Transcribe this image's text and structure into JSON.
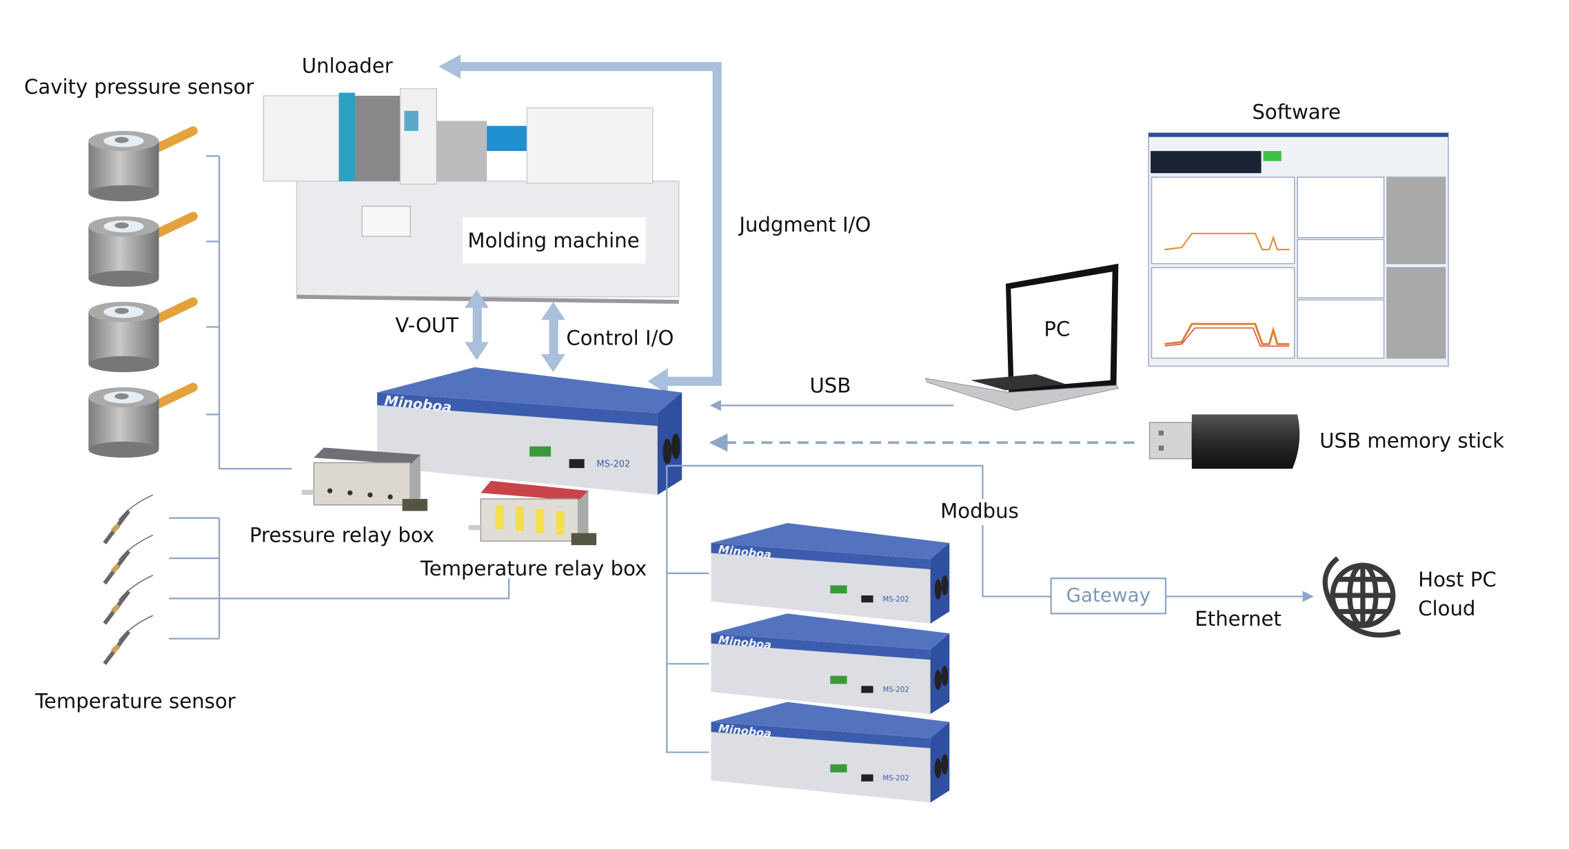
{
  "labels": {
    "cavity_pressure_sensor": "Cavity pressure sensor",
    "unloader": "Unloader",
    "molding_machine": "Molding machine",
    "judgment_io": "Judgment I/O",
    "v_out": "V-OUT",
    "control_io": "Control I/O",
    "pressure_relay_box": "Pressure relay box",
    "temperature_relay_box": "Temperature relay box",
    "temperature_sensor": "Temperature sensor",
    "usb": "USB",
    "pc": "PC",
    "software": "Software",
    "usb_memory_stick": "USB memory stick",
    "modbus": "Modbus",
    "gateway": "Gateway",
    "ethernet": "Ethernet",
    "host_pc": "Host PC",
    "cloud": "Cloud"
  },
  "device": {
    "brand": "Minoboa",
    "model": "MS-202"
  },
  "colors": {
    "connector_line": "#8ea6c8",
    "io_arrow": "#a9bfdb",
    "device_blue": "#3c5cae",
    "gateway_text": "#7f95b8"
  },
  "icons": [
    "cavity-pressure-sensor-image",
    "temperature-sensor-image",
    "molding-machine-image",
    "laptop-icon",
    "software-screenshot",
    "usb-stick-icon",
    "globe-icon"
  ]
}
